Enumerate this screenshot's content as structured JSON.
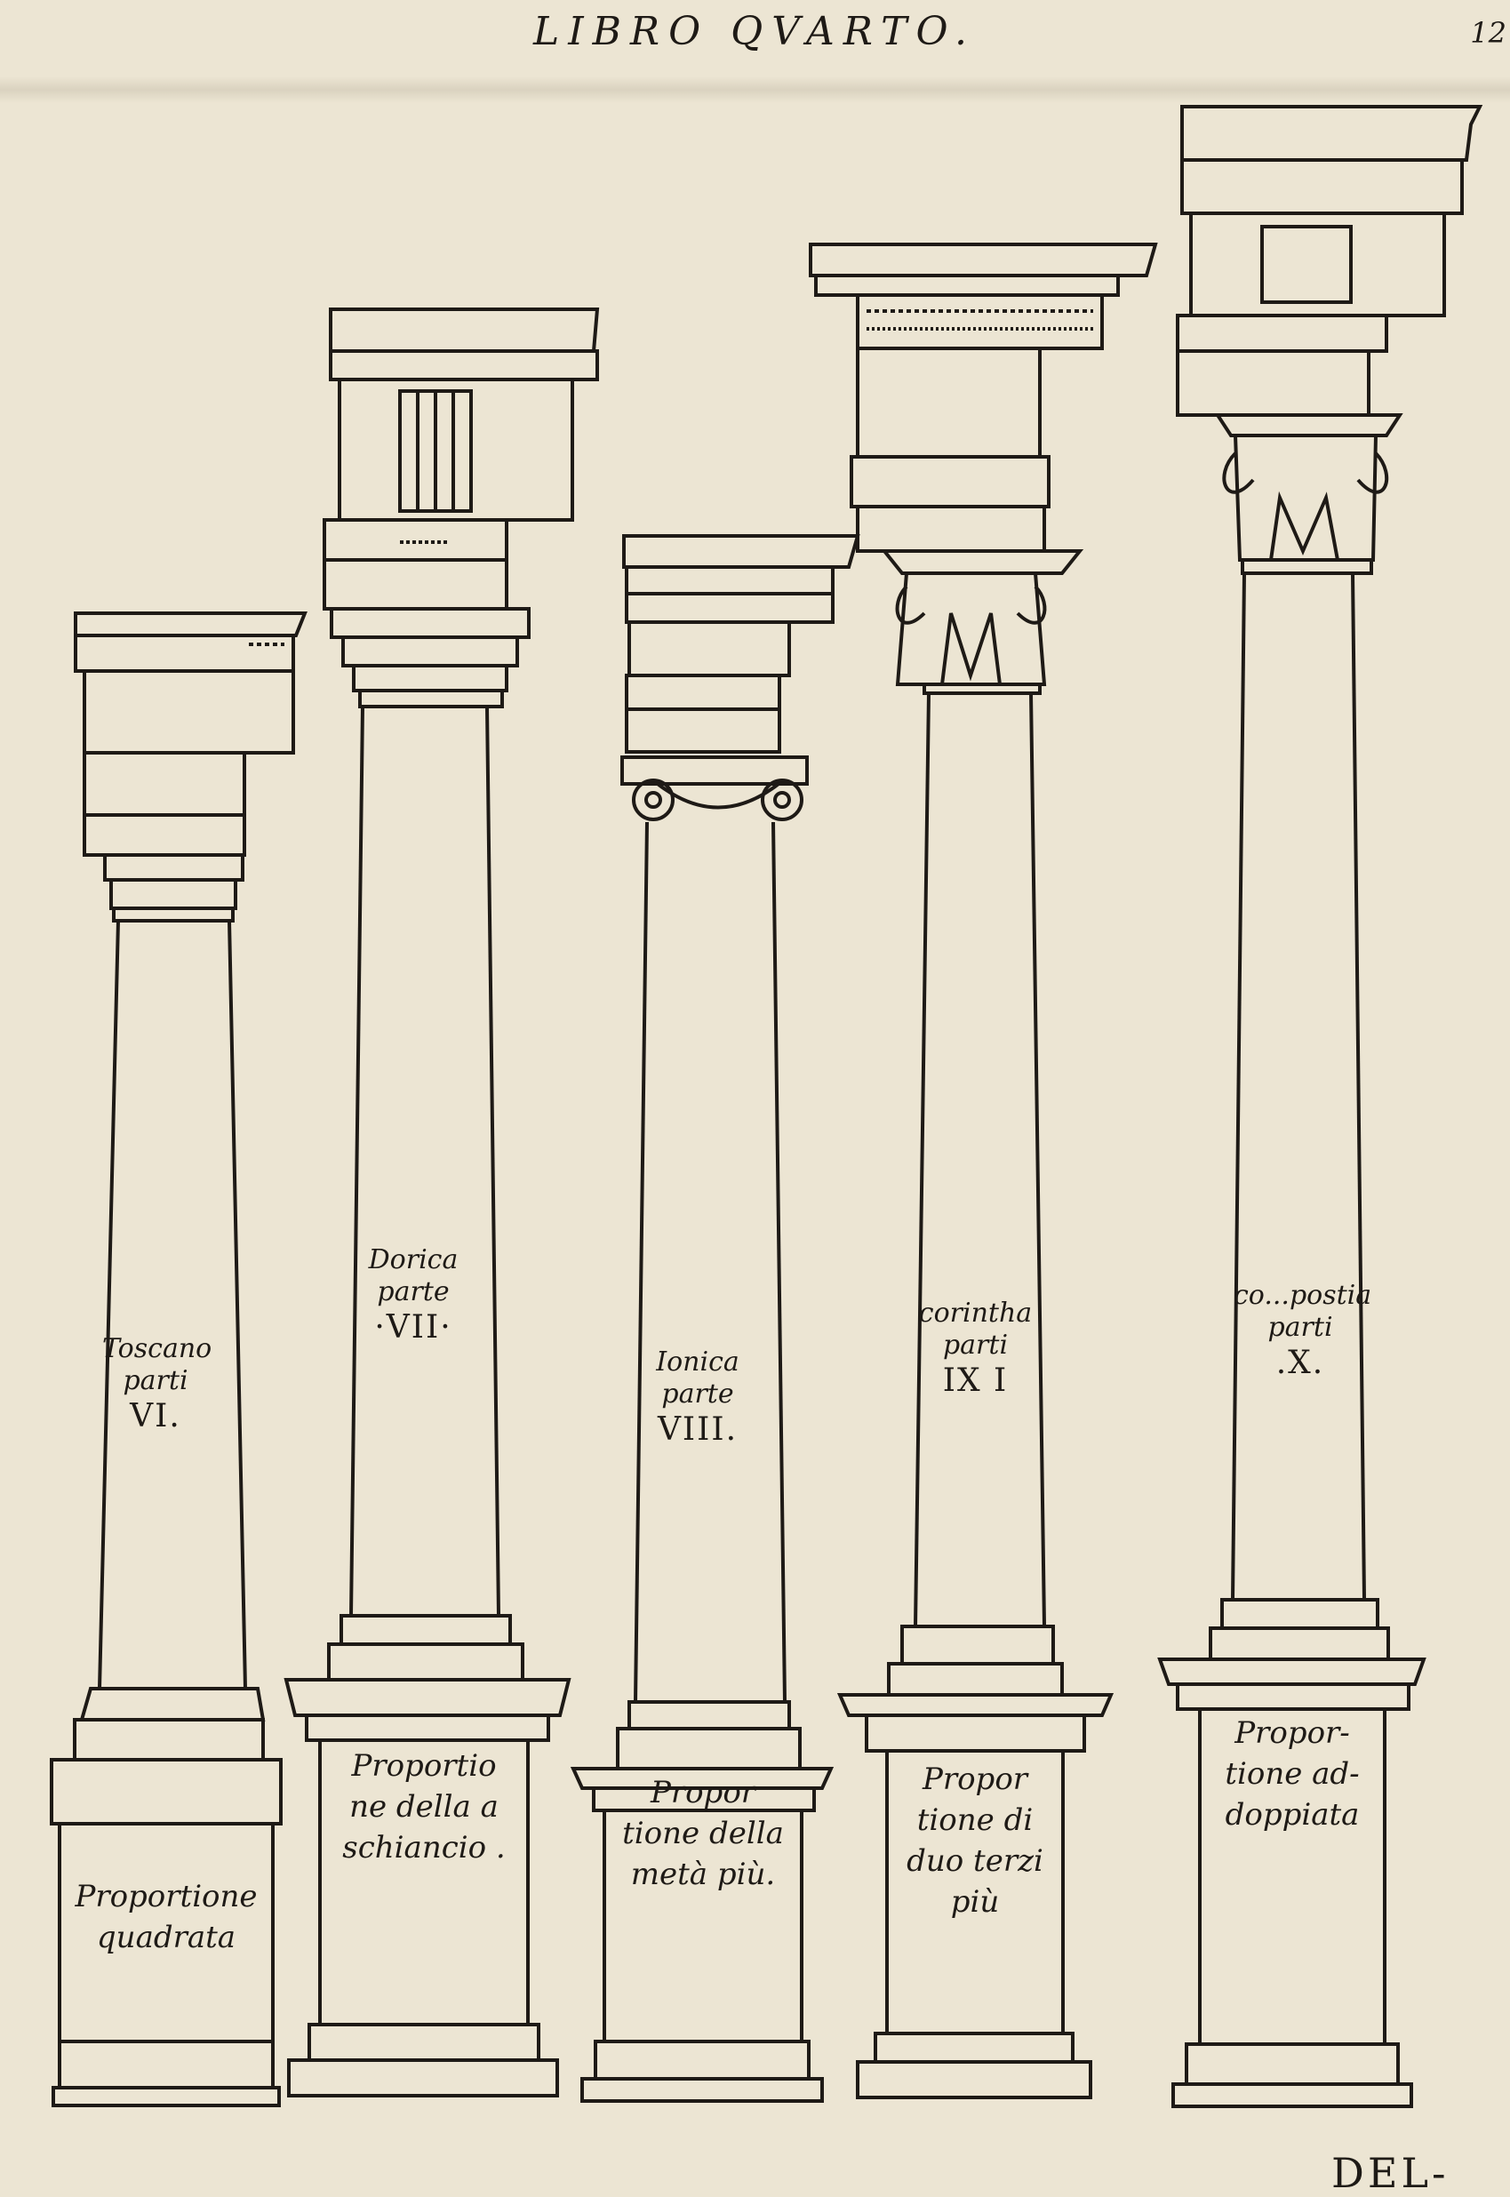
{
  "header": {
    "title": "LIBRO QVARTO.",
    "page_number": "12"
  },
  "catchword": "DEL-",
  "colors": {
    "paper": "#ece5d3",
    "ink": "#1e1a16",
    "bleed": "#b9b09c"
  },
  "columns": [
    {
      "order": "Toscano",
      "parts_word": "parti",
      "parts_numeral": "VI.",
      "pedestal_lines": [
        "Proportione",
        "quadrata"
      ]
    },
    {
      "order": "Dorica",
      "parts_word": "parte",
      "parts_numeral": "·VII·",
      "pedestal_lines": [
        "Proportio",
        "ne della a",
        "schiancio ."
      ]
    },
    {
      "order": "Ionica",
      "parts_word": "parte",
      "parts_numeral": "VIII.",
      "pedestal_lines": [
        "Propor",
        "tione della",
        "metà più."
      ]
    },
    {
      "order": "corintha",
      "parts_word": "parti",
      "parts_numeral": "IX I",
      "pedestal_lines": [
        "Propor",
        "tione di",
        "duo terzi",
        "più"
      ]
    },
    {
      "order": "co...postia",
      "parts_word": "parti",
      "parts_numeral": ".X.",
      "pedestal_lines": [
        "Propor-",
        "tione ad-",
        "doppiata"
      ]
    }
  ]
}
